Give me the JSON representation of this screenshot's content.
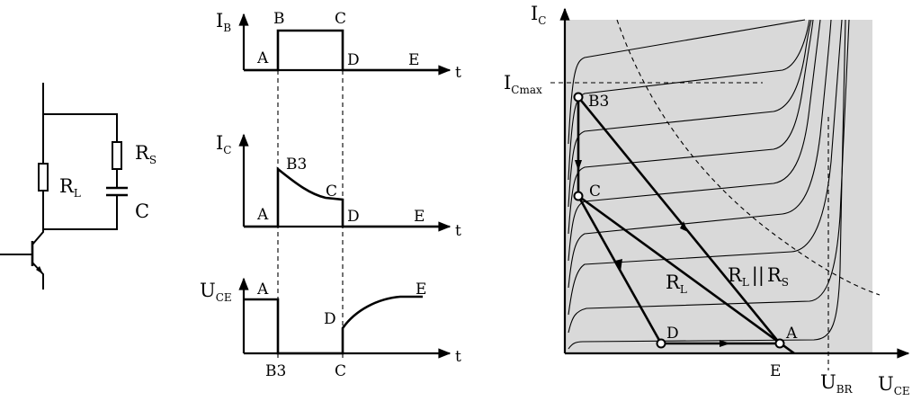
{
  "circuit": {
    "rl_main": "R",
    "rl_sub": "L",
    "rs_main": "R",
    "rs_sub": "S",
    "c_label": "C"
  },
  "ib_plot": {
    "y_main": "I",
    "y_sub": "B",
    "x_label": "t",
    "points": {
      "A": "A",
      "B": "B",
      "C": "C",
      "D": "D",
      "E": "E"
    }
  },
  "ic_plot": {
    "y_main": "I",
    "y_sub": "C",
    "x_label": "t",
    "points": {
      "A": "A",
      "B3": "B3",
      "C": "C",
      "D": "D",
      "E": "E"
    }
  },
  "uce_plot": {
    "y_main": "U",
    "y_sub": "CE",
    "x_label": "t",
    "points": {
      "A": "A",
      "D": "D",
      "E": "E",
      "B3": "B3",
      "C": "C"
    }
  },
  "output_chars": {
    "y_main": "I",
    "y_sub": "C",
    "x_main": "U",
    "x_sub": "CE",
    "icmax_main": "I",
    "icmax_sub": "Cmax",
    "ubr_main": "U",
    "ubr_sub": "BR",
    "e_label": "E",
    "points": {
      "B3": "B3",
      "C": "C",
      "D": "D",
      "A": "A"
    },
    "rl_main": "R",
    "rl_sub": "L",
    "rlrs_main": "R",
    "rlrs_sub": "L",
    "rlrs_mid": "||",
    "rlrs_main2": "R",
    "rlrs_sub2": "S",
    "region_color": "#d9d9d9"
  }
}
